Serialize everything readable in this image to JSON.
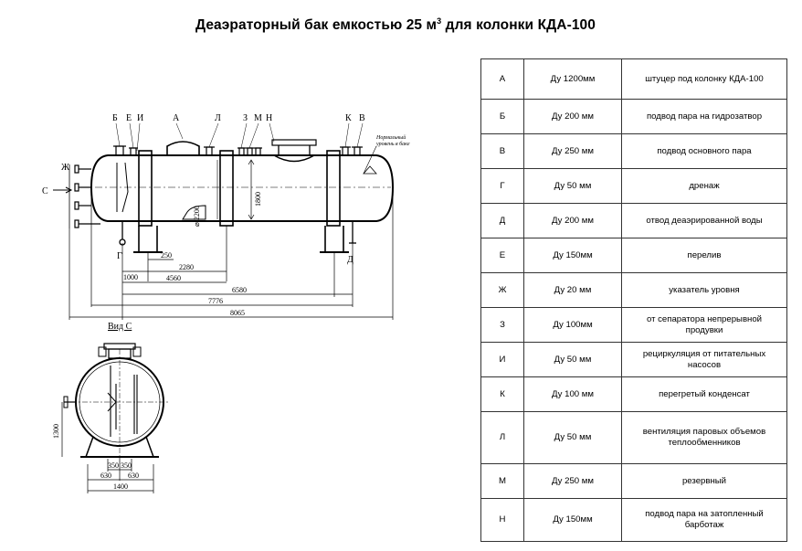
{
  "title": {
    "text": "Деаэраторный бак емкостью 25 м",
    "sup": "3",
    "rest": " для колонки КДА-100"
  },
  "drawing": {
    "top_letters": [
      "Б",
      "Е",
      "И",
      "А",
      "Л",
      "З",
      "М",
      "Н",
      "К",
      "В"
    ],
    "side_letters": {
      "zh": "Ж",
      "c": "С",
      "g": "Г",
      "d": "Д"
    },
    "diameter": "⌀ 2200",
    "height_1800": "1800",
    "normal_level": [
      "Нормальный",
      "уровень в баке"
    ],
    "dims": [
      "250",
      "1000",
      "2280",
      "4560",
      "6580",
      "7776",
      "8065"
    ],
    "view_c_label": "Вид С",
    "section_dims": {
      "h": "1300",
      "a": "350",
      "b": "350",
      "c": "630",
      "d": "630",
      "w": "1400"
    }
  },
  "table": [
    {
      "code": "А",
      "dn": "Ду 1200мм",
      "desc": [
        "штуцер под колонку КДА-100"
      ]
    },
    {
      "code": "Б",
      "dn": "Ду 200 мм",
      "desc": [
        "подвод пара на гидрозатвор"
      ]
    },
    {
      "code": "В",
      "dn": "Ду 250 мм",
      "desc": [
        "подвод основного пара"
      ]
    },
    {
      "code": "Г",
      "dn": "Ду 50 мм",
      "desc": [
        "дренаж"
      ]
    },
    {
      "code": "Д",
      "dn": "Ду 200 мм",
      "desc": [
        "отвод деаэрированной воды"
      ]
    },
    {
      "code": "Е",
      "dn": "Ду 150мм",
      "desc": [
        "перелив"
      ]
    },
    {
      "code": "Ж",
      "dn": "Ду 20 мм",
      "desc": [
        "указатель уровня"
      ]
    },
    {
      "code": "З",
      "dn": "Ду 100мм",
      "desc": [
        "от сепаратора непрерывной",
        "продувки"
      ]
    },
    {
      "code": "И",
      "dn": "Ду 50 мм",
      "desc": [
        "рециркуляция от питательных",
        "насосов"
      ]
    },
    {
      "code": "К",
      "dn": "Ду 100 мм",
      "desc": [
        "перегретый конденсат"
      ]
    },
    {
      "code": "Л",
      "dn": "Ду 50 мм",
      "desc": [
        "вентиляция паровых объемов",
        "теплообменников"
      ]
    },
    {
      "code": "М",
      "dn": "Ду 250 мм",
      "desc": [
        "резервный"
      ]
    },
    {
      "code": "Н",
      "dn": "Ду 150мм",
      "desc": [
        "подвод пара на затопленный",
        "барботаж"
      ]
    }
  ]
}
